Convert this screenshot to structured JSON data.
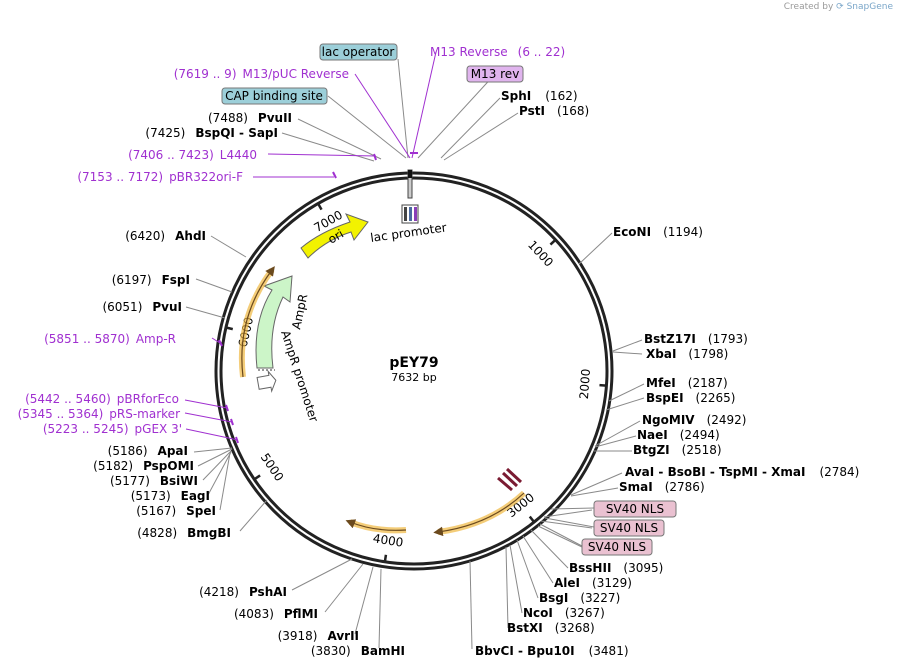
{
  "credit": {
    "prefix": "Created by",
    "brand": "SnapGene"
  },
  "plasmid": {
    "name": "pEY79",
    "size_label": "7632 bp",
    "length": 7632
  },
  "ticks": [
    {
      "label": "1000",
      "bp": 1000
    },
    {
      "label": "2000",
      "bp": 2000
    },
    {
      "label": "3000",
      "bp": 3000
    },
    {
      "label": "4000",
      "bp": 4000
    },
    {
      "label": "5000",
      "bp": 5000
    },
    {
      "label": "6000",
      "bp": 6000
    },
    {
      "label": "7000",
      "bp": 7000
    }
  ],
  "features": [
    {
      "name": "ori",
      "type": "rep_origin",
      "color": "#f2f200"
    },
    {
      "name": "AmpR",
      "type": "cds",
      "color": "#ccf5c8"
    },
    {
      "name": "AmpR promoter",
      "type": "promoter",
      "color": "#ffffff"
    },
    {
      "name": "lac promoter",
      "type": "promoter",
      "color": "#ffffff"
    }
  ],
  "boxed_labels": [
    {
      "text": "lac operator",
      "color": "#9ccfd9"
    },
    {
      "text": "CAP binding site",
      "color": "#9ccfd9"
    },
    {
      "text": "M13 rev",
      "color": "#e0b4ee"
    },
    {
      "text": "SV40 NLS",
      "color": "#eac1d1"
    },
    {
      "text": "SV40 NLS",
      "color": "#eac1d1"
    },
    {
      "text": "SV40 NLS",
      "color": "#eac1d1"
    }
  ],
  "primers": [
    {
      "range": "(6 .. 22)",
      "name": "M13 Reverse"
    },
    {
      "range": "(7619 .. 9)",
      "name": "M13/pUC Reverse"
    },
    {
      "range": "(7406 .. 7423)",
      "name": "L4440"
    },
    {
      "range": "(7153 .. 7172)",
      "name": "pBR322ori-F"
    },
    {
      "range": "(5851 .. 5870)",
      "name": "Amp-R"
    },
    {
      "range": "(5442 .. 5460)",
      "name": "pBRforEco"
    },
    {
      "range": "(5345 .. 5364)",
      "name": "pRS-marker"
    },
    {
      "range": "(5223 .. 5245)",
      "name": "pGEX 3'"
    }
  ],
  "enzymes_right": [
    {
      "name": "SphI",
      "pos": "(162)"
    },
    {
      "name": "PstI",
      "pos": "(168)"
    },
    {
      "name": "EcoNI",
      "pos": "(1194)"
    },
    {
      "name": "BstZ17I",
      "pos": "(1793)"
    },
    {
      "name": "XbaI",
      "pos": "(1798)"
    },
    {
      "name": "MfeI",
      "pos": "(2187)"
    },
    {
      "name": "BspEI",
      "pos": "(2265)"
    },
    {
      "name": "NgoMIV",
      "pos": "(2492)"
    },
    {
      "name": "NaeI",
      "pos": "(2494)"
    },
    {
      "name": "BtgZI",
      "pos": "(2518)"
    },
    {
      "name": "AvaI - BsoBI - TspMI - XmaI",
      "pos": "(2784)"
    },
    {
      "name": "SmaI",
      "pos": "(2786)"
    },
    {
      "name": "BssHII",
      "pos": "(3095)"
    },
    {
      "name": "AleI",
      "pos": "(3129)"
    },
    {
      "name": "BsgI",
      "pos": "(3227)"
    },
    {
      "name": "NcoI",
      "pos": "(3267)"
    },
    {
      "name": "BstXI",
      "pos": "(3268)"
    },
    {
      "name": "BbvCI - Bpu10I",
      "pos": "(3481)"
    }
  ],
  "enzymes_left": [
    {
      "pos": "(7488)",
      "name": "PvuII"
    },
    {
      "pos": "(7425)",
      "name": "BspQI - SapI"
    },
    {
      "pos": "(6420)",
      "name": "AhdI"
    },
    {
      "pos": "(6197)",
      "name": "FspI"
    },
    {
      "pos": "(6051)",
      "name": "PvuI"
    },
    {
      "pos": "(5186)",
      "name": "ApaI"
    },
    {
      "pos": "(5182)",
      "name": "PspOMI"
    },
    {
      "pos": "(5177)",
      "name": "BsiWI"
    },
    {
      "pos": "(5173)",
      "name": "EagI"
    },
    {
      "pos": "(5167)",
      "name": "SpeI"
    },
    {
      "pos": "(4828)",
      "name": "BmgBI"
    },
    {
      "pos": "(4218)",
      "name": "PshAI"
    },
    {
      "pos": "(4083)",
      "name": "PflMI"
    },
    {
      "pos": "(3918)",
      "name": "AvrII"
    },
    {
      "pos": "(3830)",
      "name": "BamHI"
    }
  ]
}
